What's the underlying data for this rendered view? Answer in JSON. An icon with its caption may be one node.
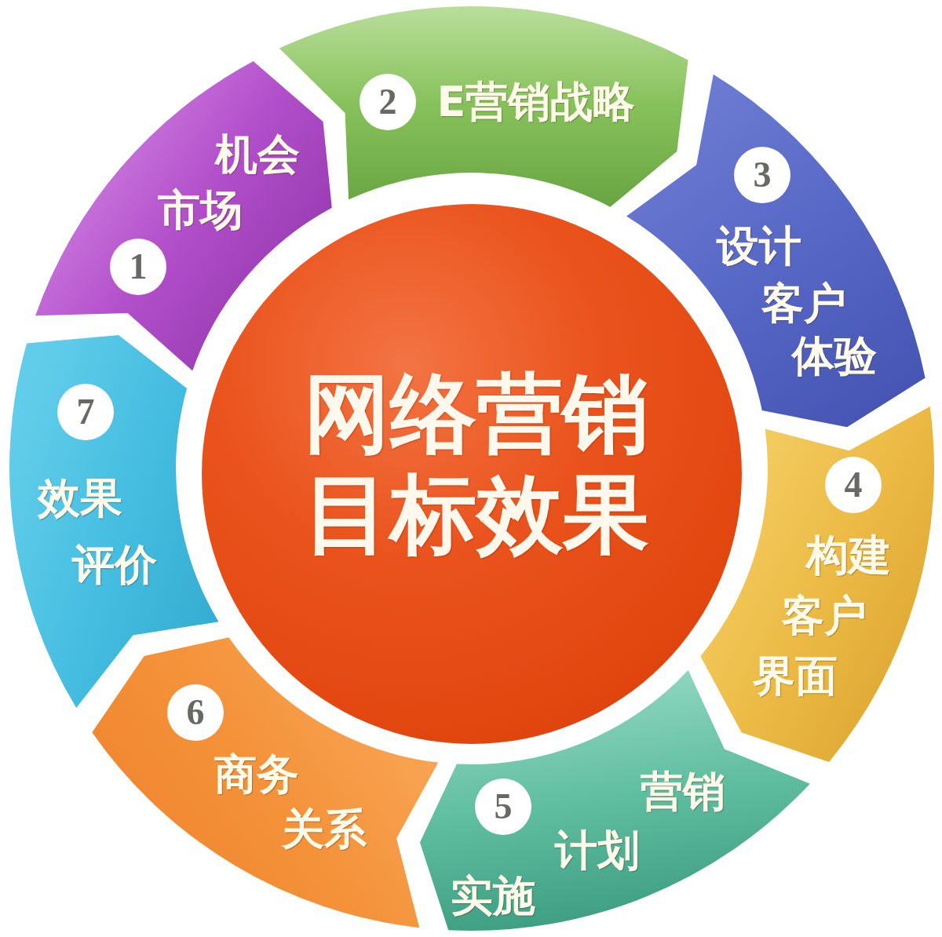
{
  "diagram": {
    "nodes": [
      {
        "text": [
          "网络营销目标效果"
        ]
      },
      {
        "text": [
          "机会",
          "市场"
        ]
      },
      {
        "text": [
          "1"
        ],
        "in": 1
      },
      {
        "text": [
          "E营销战略"
        ]
      },
      {
        "text": [
          "2"
        ],
        "in": 3
      },
      {
        "text": [
          "设计",
          "客户",
          "体验"
        ]
      },
      {
        "text": [
          "3"
        ],
        "in": 5
      },
      {
        "text": [
          "构建",
          "客户",
          "界面"
        ]
      },
      {
        "text": [
          "4"
        ],
        "in": 7
      },
      {
        "text": [
          "营销",
          "计划",
          "实施"
        ]
      },
      {
        "text": [
          "5"
        ],
        "in": 9
      },
      {
        "text": [
          "商务",
          "关系"
        ]
      },
      {
        "text": [
          "6"
        ],
        "in": 11
      },
      {
        "text": [
          "效果",
          "评价"
        ]
      },
      {
        "text": [
          "7"
        ],
        "in": 13
      }
    ]
  }
}
